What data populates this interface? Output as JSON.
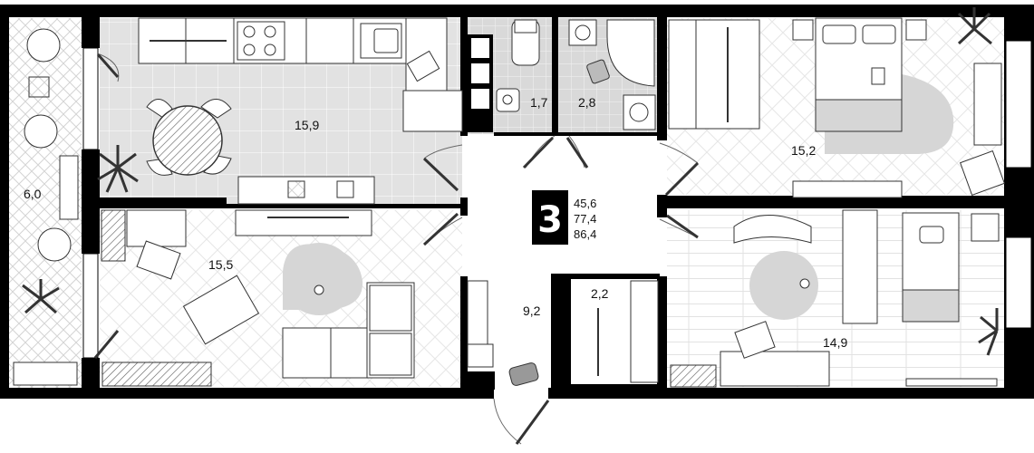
{
  "rooms": [
    {
      "id": "kitchen",
      "label": "15,9"
    },
    {
      "id": "toilet",
      "label": "1,7"
    },
    {
      "id": "bathroom",
      "label": "2,8"
    },
    {
      "id": "bedroom-main",
      "label": "15,2"
    },
    {
      "id": "balcony",
      "label": "6,0"
    },
    {
      "id": "living-room",
      "label": "15,5"
    },
    {
      "id": "hallway",
      "label": "9,2"
    },
    {
      "id": "wardrobe",
      "label": "2,2"
    },
    {
      "id": "bedroom-second",
      "label": "14,9"
    }
  ],
  "summary": {
    "rooms_count": "3",
    "areas": [
      "45,6",
      "77,4",
      "86,4"
    ]
  },
  "colors": {
    "wall": "#000000",
    "tile": "#e2e2e2",
    "tile_line": "#ffffff",
    "floor": "#f4f4f4",
    "furniture_stroke": "#333333",
    "rug": "#d6d6d6"
  },
  "icons": [
    "plant-icon",
    "armchair-icon",
    "bed-icon",
    "sofa-icon",
    "table-icon"
  ]
}
